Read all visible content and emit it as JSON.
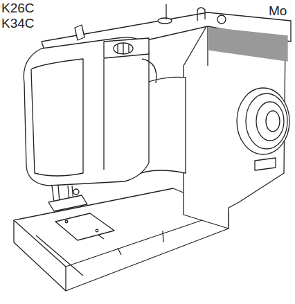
{
  "diagram": {
    "labels": [
      "K26C",
      "K34C",
      "Mo"
    ]
  }
}
